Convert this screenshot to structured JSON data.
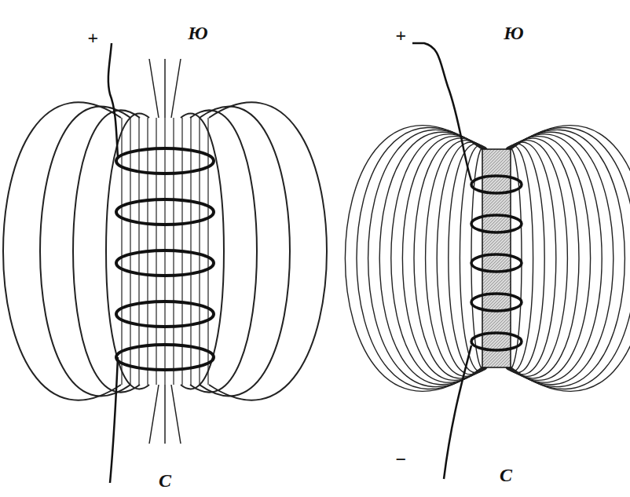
{
  "diagram": {
    "labels": [
      "+",
      "Ю",
      "С",
      "+",
      "Ю",
      "−",
      "С"
    ]
  }
}
